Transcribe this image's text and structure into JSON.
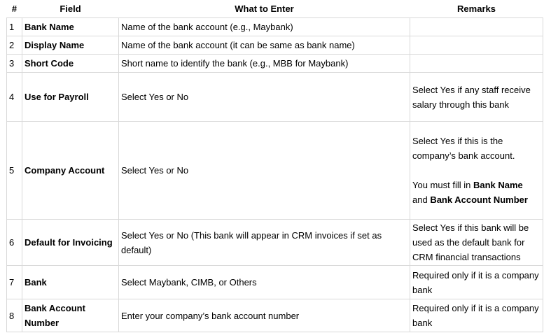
{
  "page": {
    "background": "#ffffff",
    "border_color": "#d9d9d9",
    "text_color": "#000000"
  },
  "table": {
    "headers": [
      {
        "label": "#"
      },
      {
        "label": "Field"
      },
      {
        "label": "What to Enter"
      },
      {
        "label": "Remarks"
      }
    ],
    "rows": [
      {
        "num": "1",
        "field": "Bank Name",
        "enter": "Name of the bank account (e.g., Maybank)",
        "remarks": []
      },
      {
        "num": "2",
        "field": "Display Name",
        "enter": "Name of the bank account (it can be same as bank name)",
        "remarks": []
      },
      {
        "num": "3",
        "field": "Short Code",
        "enter": "Short name to identify the bank (e.g., MBB for Maybank)",
        "remarks": []
      },
      {
        "num": "4",
        "field": "Use for Payroll",
        "enter": "Select Yes or No",
        "remarks": [
          [
            {
              "t": "Select Yes if any staff receive salary through this bank",
              "b": 0
            }
          ]
        ]
      },
      {
        "num": "5",
        "field": "Company Account",
        "enter": "Select Yes or No",
        "remarks": [
          [
            {
              "t": "Select Yes if this is the company’s bank account.",
              "b": 0
            }
          ],
          [
            {
              "t": "",
              "b": 0
            }
          ],
          [
            {
              "t": "You must fill in ",
              "b": 0
            },
            {
              "t": "Bank Name",
              "b": 1
            },
            {
              "t": " and ",
              "b": 0
            },
            {
              "t": "Bank Account Number",
              "b": 1
            }
          ]
        ]
      },
      {
        "num": "6",
        "field": "Default for Invoicing",
        "enter": "Select Yes or No (This bank will appear in CRM invoices if set as default)",
        "remarks": [
          [
            {
              "t": "Select Yes if this bank will be used as the default bank for CRM financial transactions",
              "b": 0
            }
          ]
        ]
      },
      {
        "num": "7",
        "field": "Bank",
        "enter": "Select Maybank, CIMB, or Others",
        "remarks": [
          [
            {
              "t": "Required only if it is a company bank",
              "b": 0
            }
          ]
        ]
      },
      {
        "num": "8",
        "field": "Bank Account Number",
        "enter": "Enter your company’s bank account number",
        "remarks": [
          [
            {
              "t": "Required only if it is a company bank",
              "b": 0
            }
          ]
        ]
      }
    ]
  }
}
